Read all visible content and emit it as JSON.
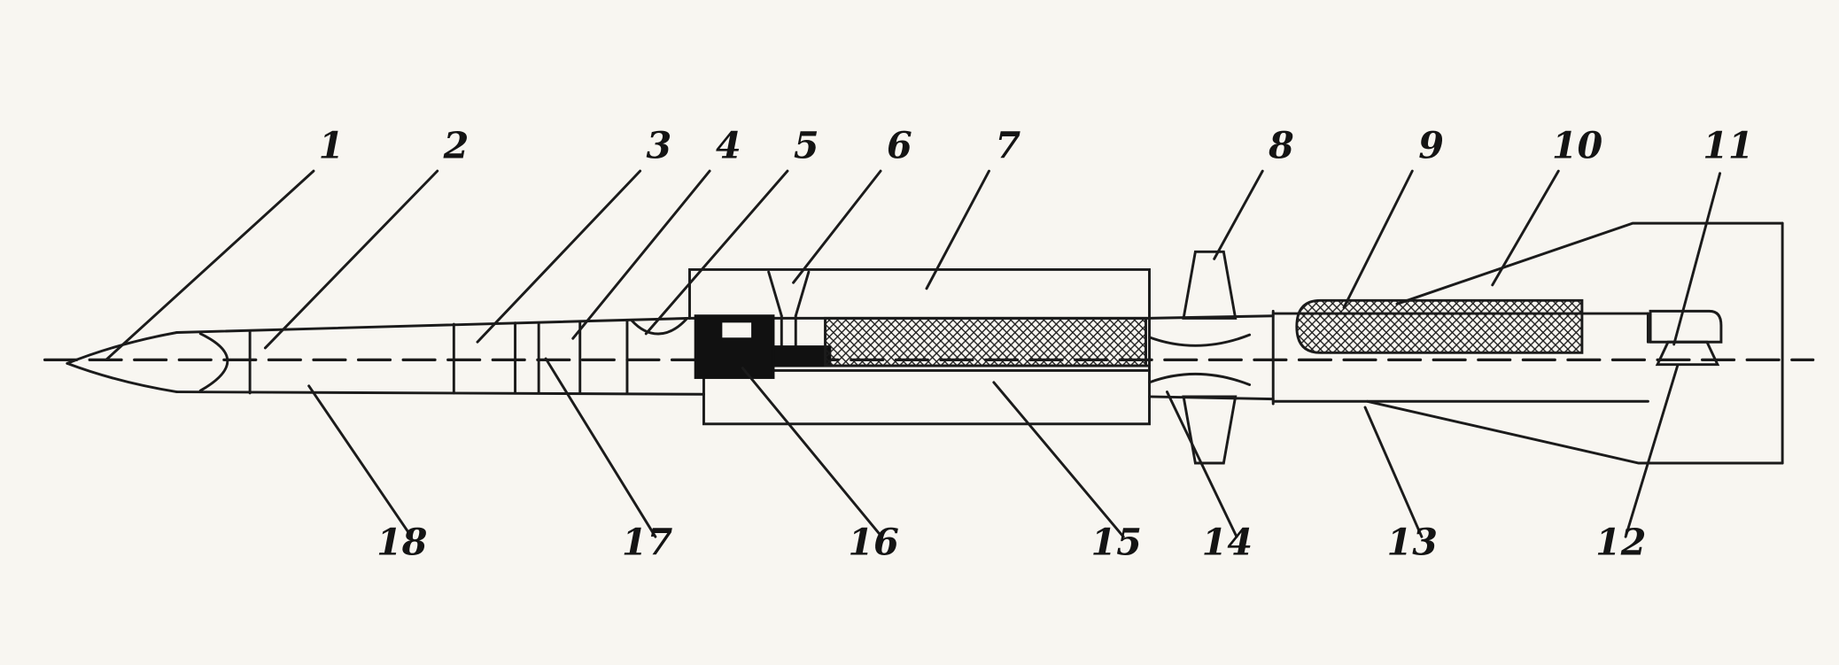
{
  "page": {
    "background_color": "#f8f6f1",
    "ink_color": "#1b1b1b"
  },
  "figure": {
    "kind": "technical-cutaway-longitudinal-section",
    "subject": "two-stage missile sectional drawing with numbered callouts",
    "callouts": [
      {
        "label": "1"
      },
      {
        "label": "2"
      },
      {
        "label": "3"
      },
      {
        "label": "4"
      },
      {
        "label": "5"
      },
      {
        "label": "6"
      },
      {
        "label": "7"
      },
      {
        "label": "8"
      },
      {
        "label": "9"
      },
      {
        "label": "10"
      },
      {
        "label": "11"
      },
      {
        "label": "12"
      },
      {
        "label": "13"
      },
      {
        "label": "14"
      },
      {
        "label": "15"
      },
      {
        "label": "16"
      },
      {
        "label": "17"
      },
      {
        "label": "18"
      }
    ]
  }
}
